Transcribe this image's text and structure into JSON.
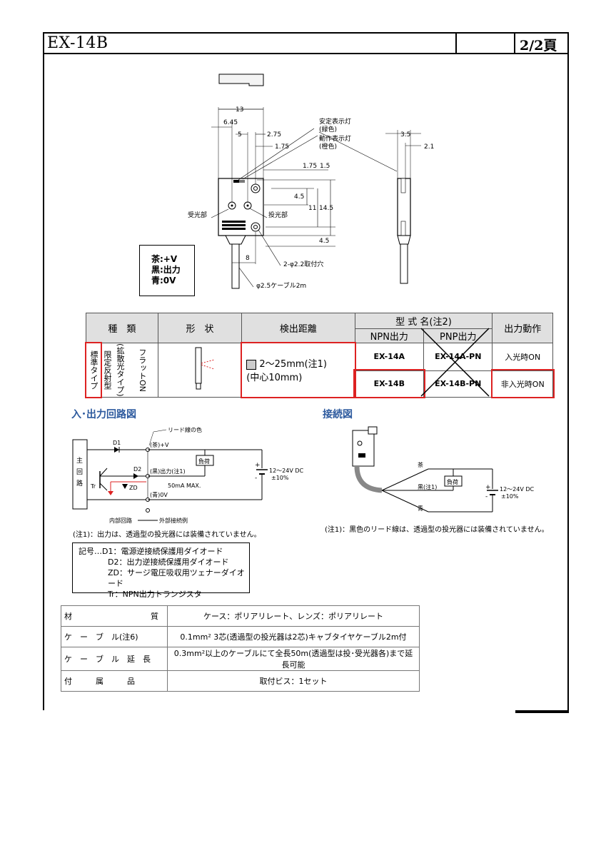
{
  "header": {
    "doc_id": "EX-14B",
    "page": "2/2頁"
  },
  "drawing": {
    "dim_13": "13",
    "dim_645": "6.45",
    "dim_5": "5",
    "dim_275": "2.75",
    "dim_175a": "1.75",
    "dim_175b": "1.75",
    "dim_15": "1.5",
    "dim_45a": "4.5",
    "dim_11": "11",
    "dim_145": "14.5",
    "dim_45b": "4.5",
    "dim_8": "8",
    "dim_35": "3.5",
    "dim_21": "2.1",
    "stable_led": "安定表示灯",
    "stable_led_color": "(緑色)",
    "op_led": "動作表示灯",
    "op_led_color": "(橙色)",
    "receiver": "受光部",
    "emitter": "投光部",
    "mount_hole": "2-φ2.2取付穴",
    "cable": "φ2.5ケーブル2m"
  },
  "wire_codes": [
    "茶:+V",
    "黒:出力",
    "青:0V"
  ],
  "spec_table": {
    "h_type": "種　類",
    "h_shape": "形　状",
    "h_range": "検出距離",
    "h_model": "型 式 名(注2)",
    "h_npn": "NPN出力",
    "h_pnp": "PNP出力",
    "h_action": "出力動作",
    "type_col1": "標準タイプ",
    "type_col2": "限定反射型",
    "type_col3": "(拡散光タイプ)",
    "type_col4": "フラットON",
    "range_text": "2〜25mm(注1)",
    "range_sub": "(中心10mm)",
    "row1": {
      "npn": "EX-14A",
      "pnp": "EX-14A-PN",
      "action": "入光時ON"
    },
    "row2": {
      "npn": "EX-14B",
      "pnp": "EX-14B-PN",
      "action": "非入光時ON"
    }
  },
  "circuit": {
    "title": "入･出力回路図",
    "lead_color": "リード線の色",
    "main_circuit": "主回路",
    "brown": "(茶)+V",
    "black": "(黒)出力(注1)",
    "blue": "(青)0V",
    "load": "負荷",
    "supply": "12〜24V DC",
    "tolerance": "±10%",
    "current": "50mA  MAX.",
    "d1": "D1",
    "d2": "D2",
    "zd": "ZD",
    "tr": "Tr",
    "internal": "内部回路",
    "external": "外部接続例",
    "note": "(注1)：出力は、透過型の投光器には装備されていません。"
  },
  "legend": [
    "記号…D1：電源逆接続保護用ダイオード",
    "D2：出力逆接続保護用ダイオード",
    "ZD：サージ電圧吸収用ツェナーダイオード",
    "Tr：NPN出力トランジスタ"
  ],
  "wiring": {
    "title": "接続図",
    "brown": "茶",
    "black": "黒(注1)",
    "blue": "青",
    "load": "負荷",
    "supply": "12〜24V DC",
    "tolerance": "±10%",
    "note": "(注1)：黒色のリード線は、透過型の投光器には装備されていません。"
  },
  "materials": [
    {
      "label": "材　　　　　　　　　　質",
      "value": "ケース：ポリアリレート、レンズ：ポリアリレート"
    },
    {
      "label": "ケ　ー　ブ　ル(注6)",
      "value": "0.1mm² 3芯(透過型の投光器は2芯)キャブタイヤケーブル2m付"
    },
    {
      "label": "ケ　ー　ブ　ル　延　長",
      "value": "0.3mm²以上のケーブルにて全長50m(透過型は投･受光器各)まで延長可能"
    },
    {
      "label": "付　　　属　　　品",
      "value": "取付ビス：1セット"
    }
  ]
}
